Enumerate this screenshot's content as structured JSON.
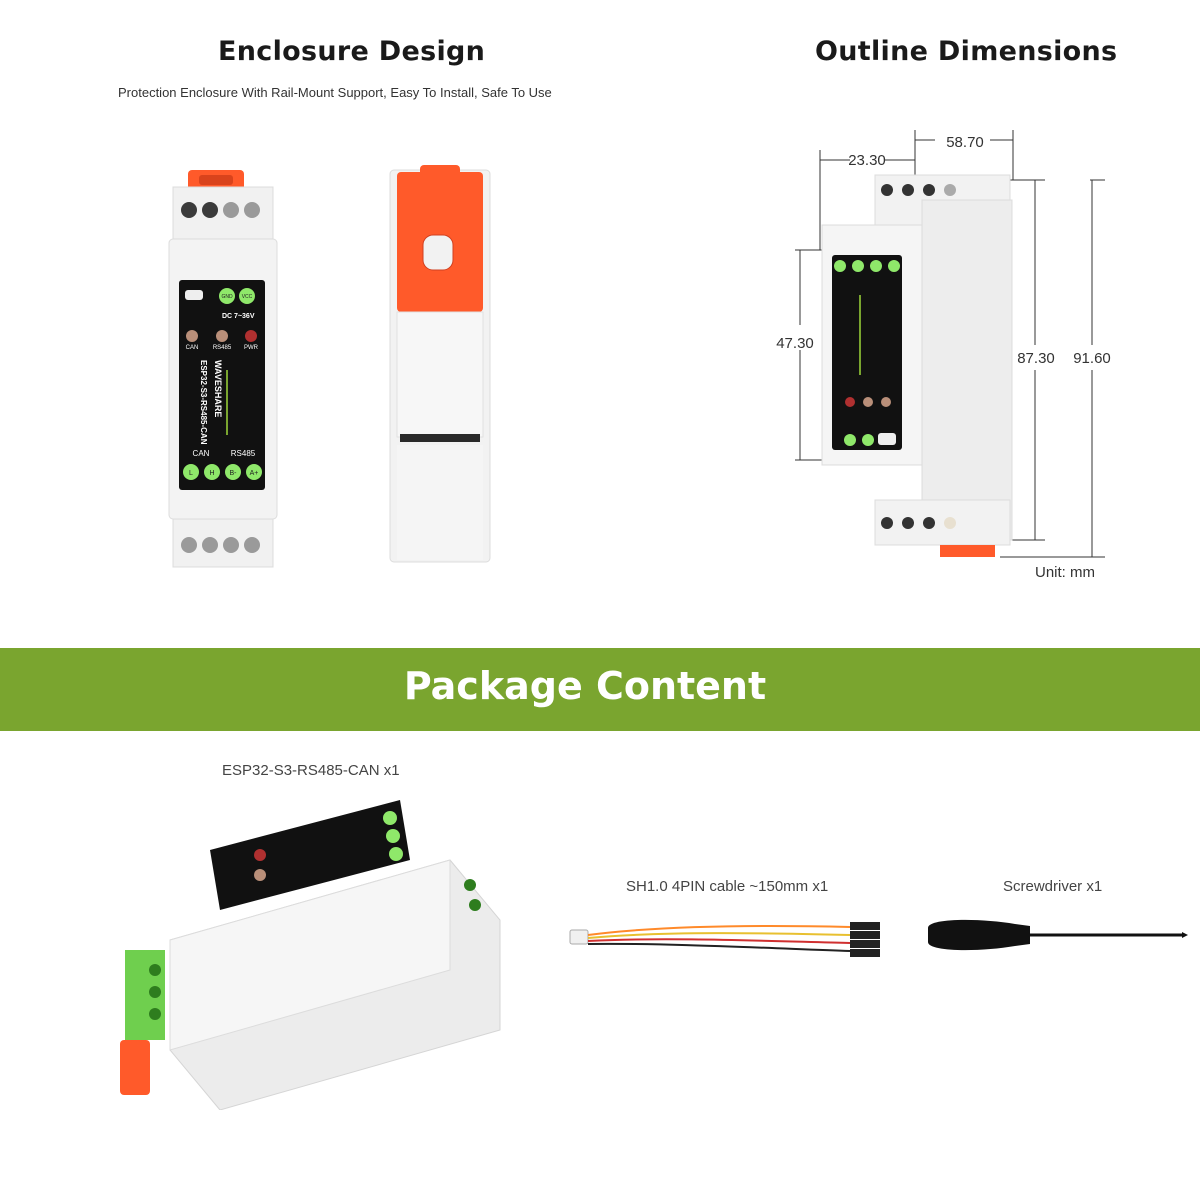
{
  "enclosure": {
    "title": "Enclosure Design",
    "subtitle": "Protection Enclosure With Rail-Mount Support, Easy To Install, Safe To Use"
  },
  "outline": {
    "title": "Outline Dimensions",
    "dim_top_small": "23.30",
    "dim_top_large": "58.70",
    "dim_left": "47.30",
    "dim_mid": "87.30",
    "dim_right": "91.60",
    "unit": "Unit:  mm"
  },
  "device": {
    "brand": "WAVESHARE",
    "model": "ESP32-S3-RS485-CAN",
    "power": "DC 7~36V",
    "gnd": "GND",
    "vcc": "VCC",
    "led_can": "CAN",
    "led_rs485": "RS485",
    "led_pwr": "PWR",
    "group_can": "CAN",
    "group_rs485": "RS485",
    "pin_l": "L",
    "pin_h": "H",
    "pin_b": "B-",
    "pin_a": "A+"
  },
  "package": {
    "title": "Package Content",
    "item1": "ESP32-S3-RS485-CAN x1",
    "item2": "SH1.0 4PIN cable ~150mm x1",
    "item3": "Screwdriver x1"
  },
  "colors": {
    "banner": "#7aa52f",
    "accent_orange": "#ff5a2a",
    "terminal_green": "#8fe86a",
    "panel_black": "#111111"
  }
}
